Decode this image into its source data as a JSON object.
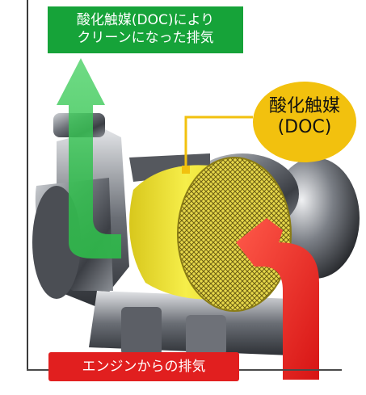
{
  "labels": {
    "clean_exhaust_line1": "酸化触媒(DOC)により",
    "clean_exhaust_line2": "クリーンになった排気",
    "engine_exhaust": "エンジンからの排気",
    "doc_line1": "酸化触媒",
    "doc_line2": "(DOC)"
  },
  "colors": {
    "clean_exhaust": "#16a339",
    "engine_exhaust": "#e11f1f",
    "catalyst": "#f2e23a",
    "doc_callout": "#f2c10e"
  }
}
